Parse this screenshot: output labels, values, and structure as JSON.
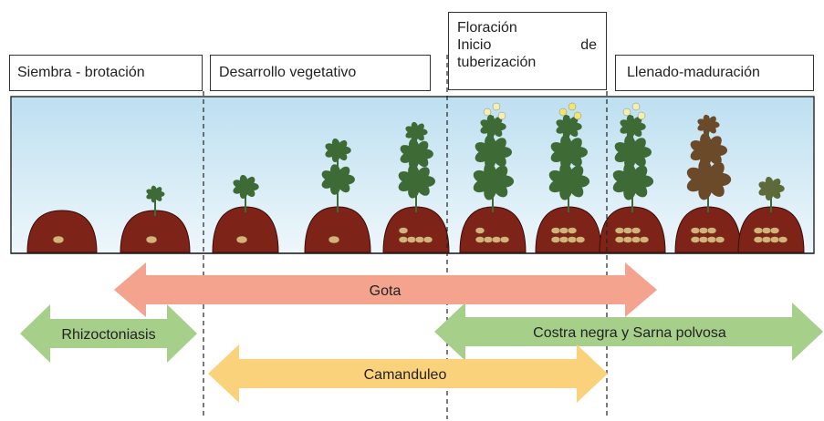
{
  "stages": [
    {
      "id": "siembra",
      "text": "Siembra - brotación"
    },
    {
      "id": "desarrollo",
      "text": "Desarrollo vegetativo"
    },
    {
      "id": "floracion",
      "line1": "Floración",
      "line2a": "Inicio",
      "line2b": "de",
      "line3": "tuberización"
    },
    {
      "id": "llenado",
      "text": "Llenado-maduración"
    }
  ],
  "arrows": [
    {
      "id": "gota",
      "label": "Gota",
      "color": "#f4a48e"
    },
    {
      "id": "rhizoctoniasis",
      "label": "Rhizoctoniasis",
      "color": "#a6cf8a"
    },
    {
      "id": "costra",
      "label": "Costra negra y Sarna polvosa",
      "color": "#a6cf8a"
    },
    {
      "id": "camanduleo",
      "label": "Camanduleo",
      "color": "#fbd27c"
    }
  ],
  "colors": {
    "sky_top": "#bddff0",
    "sky_bottom": "#eef7fb",
    "ridge": "#7e2318",
    "plant": "#3e6b35",
    "mature_plant": "#6b4a2a",
    "flower": "#f2efb0",
    "tuber": "#d6b27a"
  },
  "plants": [
    {
      "stage": "seed"
    },
    {
      "stage": "sprout"
    },
    {
      "stage": "small"
    },
    {
      "stage": "medium"
    },
    {
      "stage": "bushy"
    },
    {
      "stage": "flowering-white"
    },
    {
      "stage": "flowering-yellow"
    },
    {
      "stage": "flowering-pale"
    },
    {
      "stage": "senescent"
    },
    {
      "stage": "dry"
    }
  ]
}
